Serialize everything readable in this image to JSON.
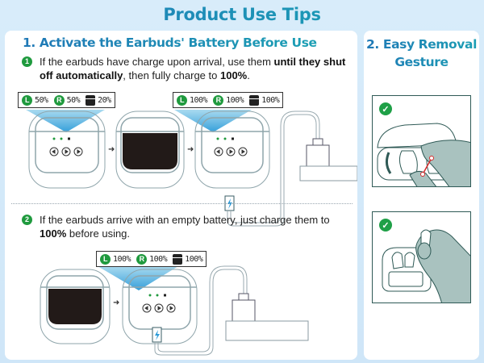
{
  "page": {
    "title": "Product Use Tips"
  },
  "section1": {
    "title": "1. Activate the Earbuds' Battery Before Use",
    "step1": {
      "number": "1",
      "text_a": "If the earbuds have charge upon arrival, use them ",
      "text_b": "until they shut off automatically",
      "text_c": ", then fully charge to ",
      "text_d": "100%",
      "text_e": "."
    },
    "step2": {
      "number": "2",
      "text_a": "If the earbuds arrive with an empty battery, just charge them to ",
      "text_b": "100%",
      "text_c": " before using."
    },
    "battery_before": {
      "left_badge": "L",
      "left_value": "50%",
      "right_badge": "R",
      "right_value": "50%",
      "case_value": "20%"
    },
    "battery_after_1": {
      "left_badge": "L",
      "left_value": "100%",
      "right_badge": "R",
      "right_value": "100%",
      "case_value": "100%"
    },
    "battery_after_2": {
      "left_badge": "L",
      "left_value": "100%",
      "right_badge": "R",
      "right_value": "100%",
      "case_value": "100%"
    }
  },
  "section2": {
    "title_line1": "2. Easy Removal",
    "title_line2": "Gesture",
    "check_icon": "✓"
  },
  "colors": {
    "accent_blue": "#1f7bb8",
    "accent_teal": "#1ba6b5",
    "badge_green": "#1f9a3e",
    "background": "#d8ecfa",
    "hand_fill": "#a9c2bf",
    "stroke": "#2f5a56"
  }
}
